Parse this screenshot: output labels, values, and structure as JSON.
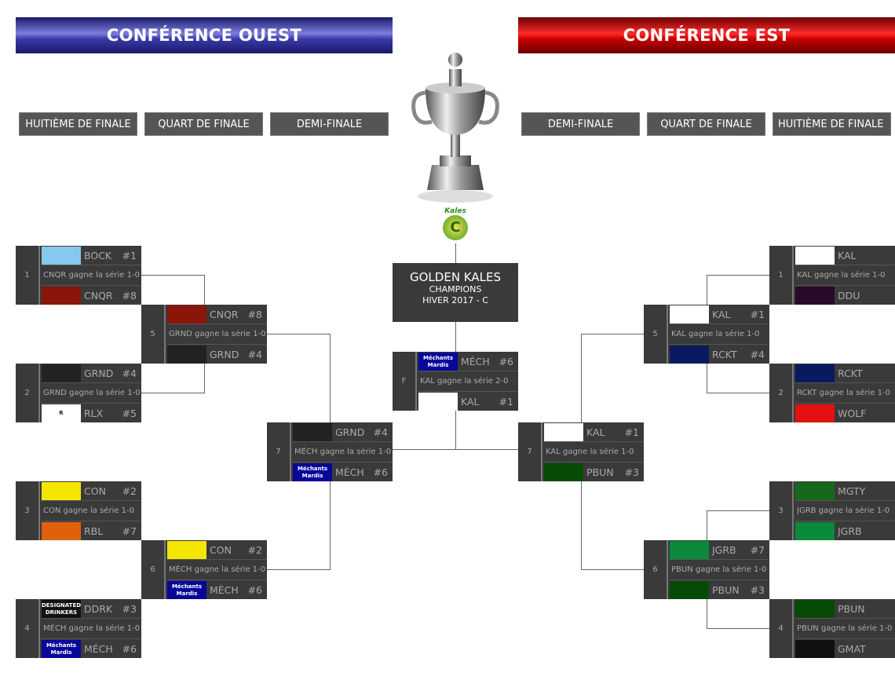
{
  "west": {
    "title": "CONFÉRENCE OUEST",
    "rounds": [
      "HUITIÈME DE FINALE",
      "QUART DE FINALE",
      "DEMI-FINALE"
    ]
  },
  "east": {
    "title": "CONFÉRENCE EST",
    "rounds": [
      "DEMI-FINALE",
      "QUART DE FINALE",
      "HUITIÈME DE FINALE"
    ]
  },
  "champion": {
    "name": "GOLDEN KALES",
    "line2": "CHAMPIONS",
    "line3": "HIVER 2017 - C",
    "logo_text": "Kales"
  },
  "logo_texts": {
    "MECH": "Méchants Mardis",
    "DDRK": "DESIGNATED DRINKERS",
    "RLX": "R"
  },
  "colors": {
    "BOCK": "#86c8ee",
    "CNQR": "#8a1508",
    "GRND": "#222222",
    "RLX": "#ffffff",
    "CON": "#f4e600",
    "RBL": "#e0600e",
    "DDRK": "#111111",
    "MECH": "#07079a",
    "KAL": "#ffffff",
    "DDU": "#2a0a2a",
    "RCKT": "#0b1a5e",
    "WOLF": "#e31212",
    "MGTY": "#17681a",
    "JGRB": "#0a8a3a",
    "PBUN": "#064a06",
    "GMAT": "#101010"
  },
  "matches": [
    {
      "id": "w1",
      "num": "1",
      "top": {
        "team": "BOCK",
        "seed": "#1"
      },
      "result": "CNQR gagne la série 1-0",
      "bottom": {
        "team": "CNQR",
        "seed": "#8"
      }
    },
    {
      "id": "w2",
      "num": "2",
      "top": {
        "team": "GRND",
        "seed": "#4"
      },
      "result": "GRND gagne la série 1-0",
      "bottom": {
        "team": "RLX",
        "seed": "#5"
      }
    },
    {
      "id": "w3",
      "num": "3",
      "top": {
        "team": "CON",
        "seed": "#2"
      },
      "result": "CON gagne la série 1-0",
      "bottom": {
        "team": "RBL",
        "seed": "#7"
      }
    },
    {
      "id": "w4",
      "num": "4",
      "top": {
        "team": "DDRK",
        "seed": "#3"
      },
      "result": "MÉCH gagne la série 1-0",
      "bottom": {
        "team": "MÉCH",
        "seed": "#6"
      }
    },
    {
      "id": "w5",
      "num": "5",
      "top": {
        "team": "CNQR",
        "seed": "#8"
      },
      "result": "GRND gagne la série 1-0",
      "bottom": {
        "team": "GRND",
        "seed": "#4"
      }
    },
    {
      "id": "w6",
      "num": "6",
      "top": {
        "team": "CON",
        "seed": "#2"
      },
      "result": "MÉCH gagne la série 1-0",
      "bottom": {
        "team": "MÉCH",
        "seed": "#6"
      }
    },
    {
      "id": "w7",
      "num": "7",
      "top": {
        "team": "GRND",
        "seed": "#4"
      },
      "result": "MÉCH gagne la série 1-0",
      "bottom": {
        "team": "MÉCH",
        "seed": "#6"
      }
    },
    {
      "id": "f",
      "num": "F",
      "top": {
        "team": "MÉCH",
        "seed": "#6"
      },
      "result": "KAL gagne la série 2-0",
      "bottom": {
        "team": "KAL",
        "seed": "#1"
      }
    },
    {
      "id": "e7",
      "num": "7",
      "top": {
        "team": "KAL",
        "seed": "#1"
      },
      "result": "KAL gagne la série 1-0",
      "bottom": {
        "team": "PBUN",
        "seed": "#3"
      }
    },
    {
      "id": "e5",
      "num": "5",
      "top": {
        "team": "KAL",
        "seed": "#1"
      },
      "result": "KAL gagne la série 1-0",
      "bottom": {
        "team": "RCKT",
        "seed": "#4"
      }
    },
    {
      "id": "e6",
      "num": "6",
      "top": {
        "team": "JGRB",
        "seed": "#7"
      },
      "result": "PBUN gagne la série 1-0",
      "bottom": {
        "team": "PBUN",
        "seed": "#3"
      }
    },
    {
      "id": "e1",
      "num": "1",
      "top": {
        "team": "KAL"
      },
      "result": "KAL gagne la série 1-0",
      "bottom": {
        "team": "DDU"
      }
    },
    {
      "id": "e2",
      "num": "2",
      "top": {
        "team": "RCKT"
      },
      "result": "RCKT gagne la série 1-0",
      "bottom": {
        "team": "WOLF"
      }
    },
    {
      "id": "e3",
      "num": "3",
      "top": {
        "team": "MGTY"
      },
      "result": "JGRB gagne la série 1-0",
      "bottom": {
        "team": "JGRB"
      }
    },
    {
      "id": "e4",
      "num": "4",
      "top": {
        "team": "PBUN"
      },
      "result": "PBUN gagne la série 1-0",
      "bottom": {
        "team": "GMAT"
      }
    }
  ]
}
